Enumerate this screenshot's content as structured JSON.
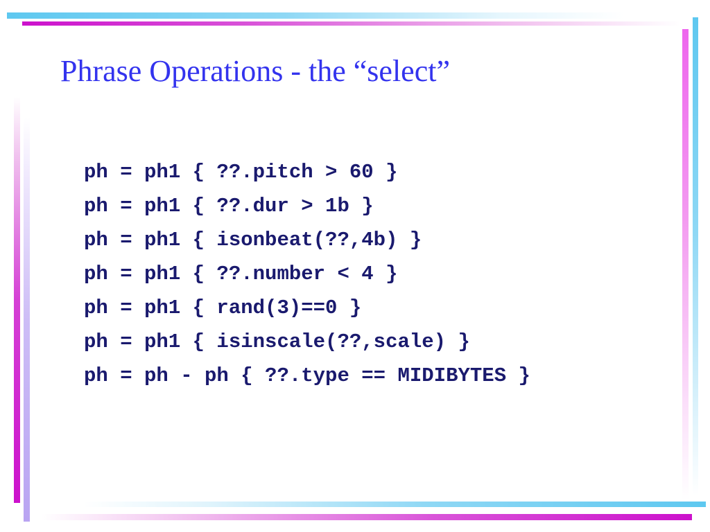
{
  "slide": {
    "title": "Phrase Operations - the “select”",
    "code_lines": [
      "ph = ph1 { ??.pitch > 60 }",
      "ph = ph1 { ??.dur > 1b }",
      "ph = ph1 { isonbeat(??,4b) }",
      "ph = ph1 { ??.number < 4 }",
      "ph = ph1 { rand(3)==0 }",
      "ph = ph1 { isinscale(??,scale) }",
      "ph = ph - ph { ??.type == MIDIBYTES }"
    ]
  },
  "colors": {
    "title": "#3333ee",
    "code": "#1a1a6e",
    "accent_magenta": "#cc11cc",
    "accent_blue": "#5ec8f0",
    "accent_lavender": "#b9a4f2"
  }
}
